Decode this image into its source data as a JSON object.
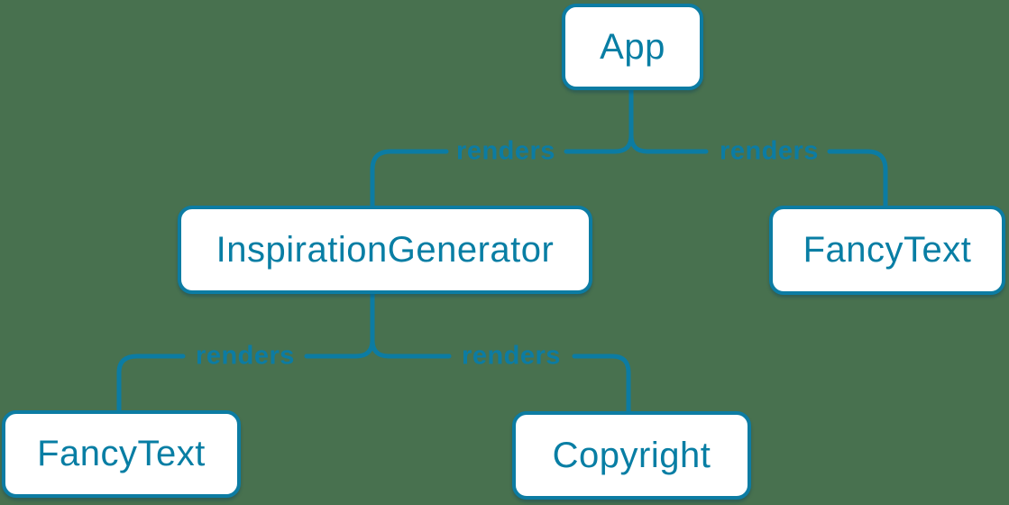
{
  "diagram": {
    "colors": {
      "background": "#48714F",
      "line": "#0C7CA3",
      "node_fill": "#FFFFFF",
      "node_text": "#087EA4"
    },
    "nodes": [
      {
        "id": "app",
        "label": "App"
      },
      {
        "id": "inspiration-generator",
        "label": "InspirationGenerator"
      },
      {
        "id": "fancy-text-right",
        "label": "FancyText"
      },
      {
        "id": "fancy-text-left",
        "label": "FancyText"
      },
      {
        "id": "copyright",
        "label": "Copyright"
      }
    ],
    "edges": [
      {
        "from": "App",
        "to": "InspirationGenerator",
        "label": "renders"
      },
      {
        "from": "App",
        "to": "FancyText",
        "label": "renders"
      },
      {
        "from": "InspirationGenerator",
        "to": "FancyText",
        "label": "renders"
      },
      {
        "from": "InspirationGenerator",
        "to": "Copyright",
        "label": "renders"
      }
    ]
  }
}
